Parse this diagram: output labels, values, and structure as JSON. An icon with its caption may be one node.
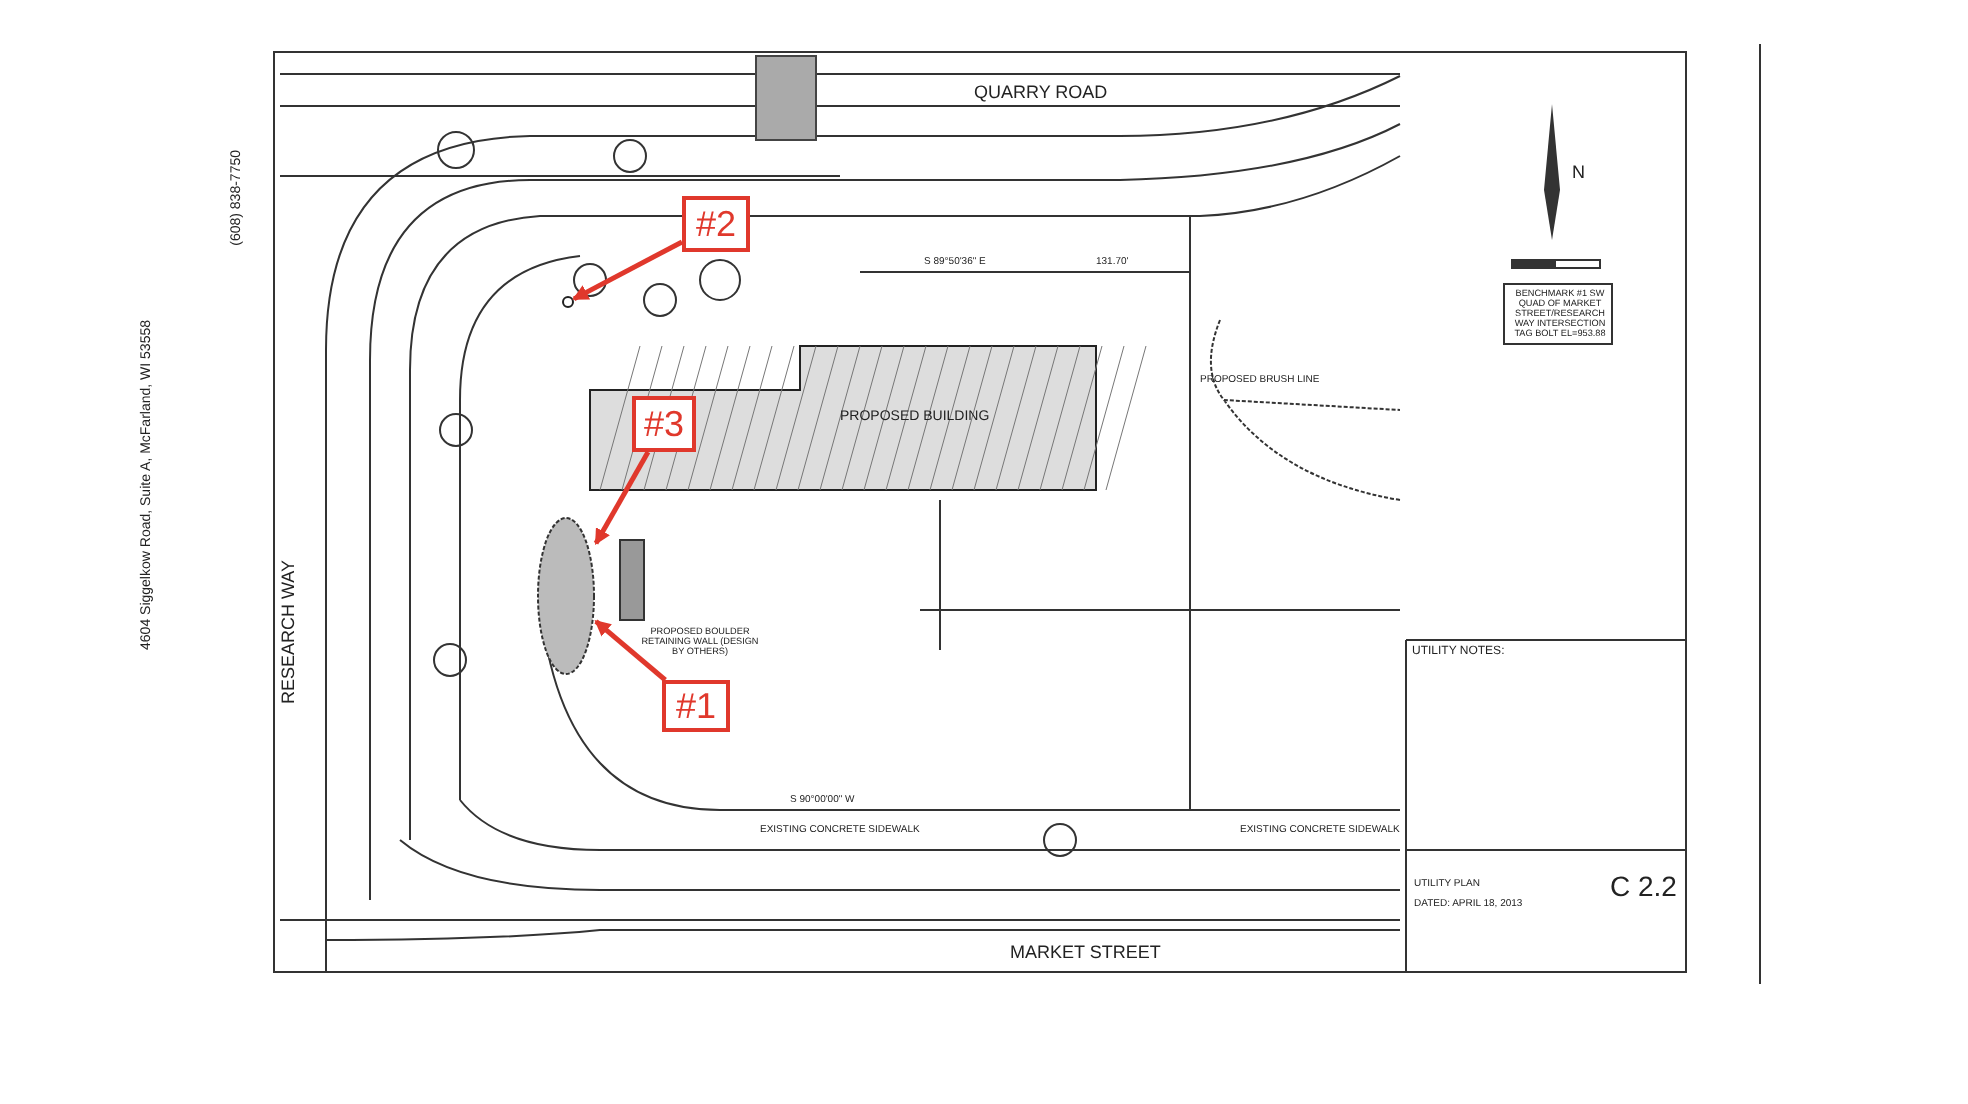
{
  "diagram": {
    "nodes": [
      {
        "text": [
          "#2"
        ]
      },
      {
        "text": [
          "#3"
        ]
      },
      {
        "text": [
          "#1"
        ]
      },
      {
        "text": [],
        "shape": "circle"
      },
      {
        "text": [],
        "shape": "circle"
      }
    ],
    "edges": [
      {
        "from": 0,
        "to": 4,
        "arrow": "to"
      },
      {
        "from": 1,
        "to": 3,
        "arrow": "to"
      },
      {
        "from": 2,
        "to": 3,
        "arrow": "to"
      }
    ],
    "labels": [
      "QUARRY ROAD",
      "RESEARCH WAY",
      "4604 Siggelkow Road, Suite A, McFarland, WI 53558",
      "(608) 838-7750",
      "PROPOSED BUILDING",
      "S 89°50'36\" E",
      "131.70'",
      "PROPOSED BRUSH LINE",
      "N",
      "BENCHMARK #1 SW QUAD OF MARKET STREET/RESEARCH WAY INTERSECTION TAG BOLT EL=953.88",
      "PROPOSED BOULDER RETAINING WALL (DESIGN BY OTHERS)",
      "UTILITY NOTES:",
      "S 90°00'00\" W",
      "EXISTING CONCRETE SIDEWALK",
      "EXISTING CONCRETE SIDEWALK",
      "UTILITY PLAN",
      "DATED: APRIL 18, 2013",
      "C 2.2",
      "MARKET STREET"
    ]
  }
}
